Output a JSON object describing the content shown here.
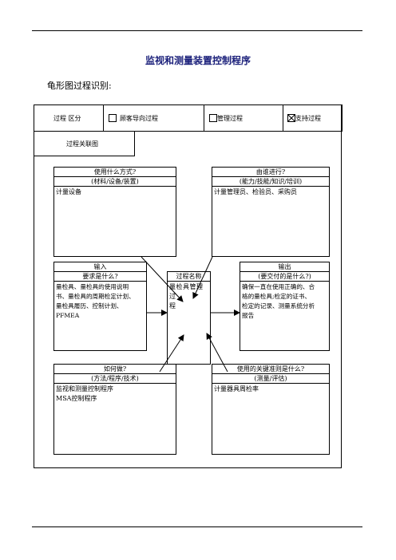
{
  "document": {
    "title": "监视和测量装置控制程序",
    "subtitle": "龟形图过程识别:"
  },
  "header_row": {
    "label": "过程 区分",
    "options": [
      {
        "label": "顾客导向过程",
        "checked": false
      },
      {
        "label": "管理过程",
        "checked": false
      },
      {
        "label": "支持过程",
        "checked": true
      }
    ]
  },
  "relation_label": "过程关联图",
  "boxes": {
    "how_use": {
      "title": "使用什么方式?",
      "subtitle": "(材料/设备/装置)",
      "content": [
        "计量设备"
      ]
    },
    "who": {
      "title": "由谁进行?",
      "subtitle": "(能力/技能/知识/培训)",
      "content": [
        "计量管理员、检验员、采购员"
      ]
    },
    "input": {
      "title": "输入",
      "subtitle": "要求是什么?",
      "content": [
        "量检具、量检具的使用说明",
        "书、量检具的周期检定计划、",
        "量检具履历、控制计划、",
        "PFMEA"
      ]
    },
    "process": {
      "title": "过程名称",
      "content": [
        "量检具管理过",
        "程"
      ]
    },
    "output": {
      "title": "输出",
      "subtitle": "(要交付的是什么?)",
      "content": [
        "确保一直在使用正确的、合",
        "格的量检具;检定的证书、",
        "检定的记录、测量系统分析",
        "报告"
      ]
    },
    "method": {
      "title": "如何做?",
      "subtitle": "(方法/程序/技术)",
      "content": [
        "监视和测量控制程序",
        "MSA控制程序"
      ]
    },
    "criteria": {
      "title": "使用的关键准则是什么?",
      "subtitle": "(测量/评估)",
      "content": [
        "计量器具周检率"
      ]
    }
  }
}
